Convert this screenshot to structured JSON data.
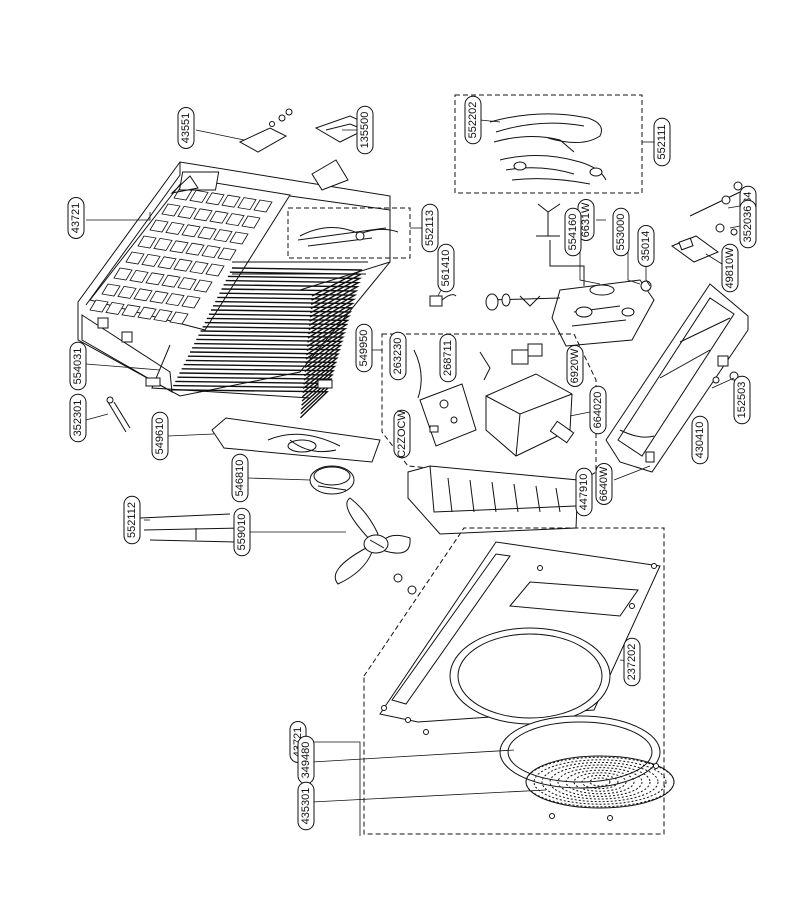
{
  "callouts": [
    {
      "id": "c43551",
      "label": "43551"
    },
    {
      "id": "c135500",
      "label": "135500"
    },
    {
      "id": "c43721a",
      "label": "43721"
    },
    {
      "id": "c552202",
      "label": "552202"
    },
    {
      "id": "c552111",
      "label": "552111"
    },
    {
      "id": "c552113",
      "label": "552113"
    },
    {
      "id": "c6631",
      "label": "6631W"
    },
    {
      "id": "c554160",
      "label": "554160"
    },
    {
      "id": "c553000",
      "label": "553000"
    },
    {
      "id": "c35014",
      "label": "35014"
    },
    {
      "id": "c352034",
      "label": "352034"
    },
    {
      "id": "c352036",
      "label": "352036"
    },
    {
      "id": "c49810",
      "label": "49810W"
    },
    {
      "id": "c561410",
      "label": "561410"
    },
    {
      "id": "c549950",
      "label": "549950"
    },
    {
      "id": "c263230",
      "label": "263230"
    },
    {
      "id": "c268711",
      "label": "268711"
    },
    {
      "id": "c6920",
      "label": "6920W"
    },
    {
      "id": "c664020",
      "label": "664020"
    },
    {
      "id": "cC2Z",
      "label": "C2ZOCW"
    },
    {
      "id": "c554031",
      "label": "554031"
    },
    {
      "id": "c352301",
      "label": "352301"
    },
    {
      "id": "c549610",
      "label": "549610"
    },
    {
      "id": "c6640",
      "label": "6640W"
    },
    {
      "id": "c447910",
      "label": "447910"
    },
    {
      "id": "c430410",
      "label": "430410"
    },
    {
      "id": "c152503",
      "label": "152503"
    },
    {
      "id": "c546810",
      "label": "546810"
    },
    {
      "id": "c552112",
      "label": "552112"
    },
    {
      "id": "c559010",
      "label": "559010"
    },
    {
      "id": "c237202",
      "label": "237202"
    },
    {
      "id": "c43721b",
      "label": "43721"
    },
    {
      "id": "c349480",
      "label": "349480"
    },
    {
      "id": "c435301",
      "label": "435301"
    }
  ]
}
